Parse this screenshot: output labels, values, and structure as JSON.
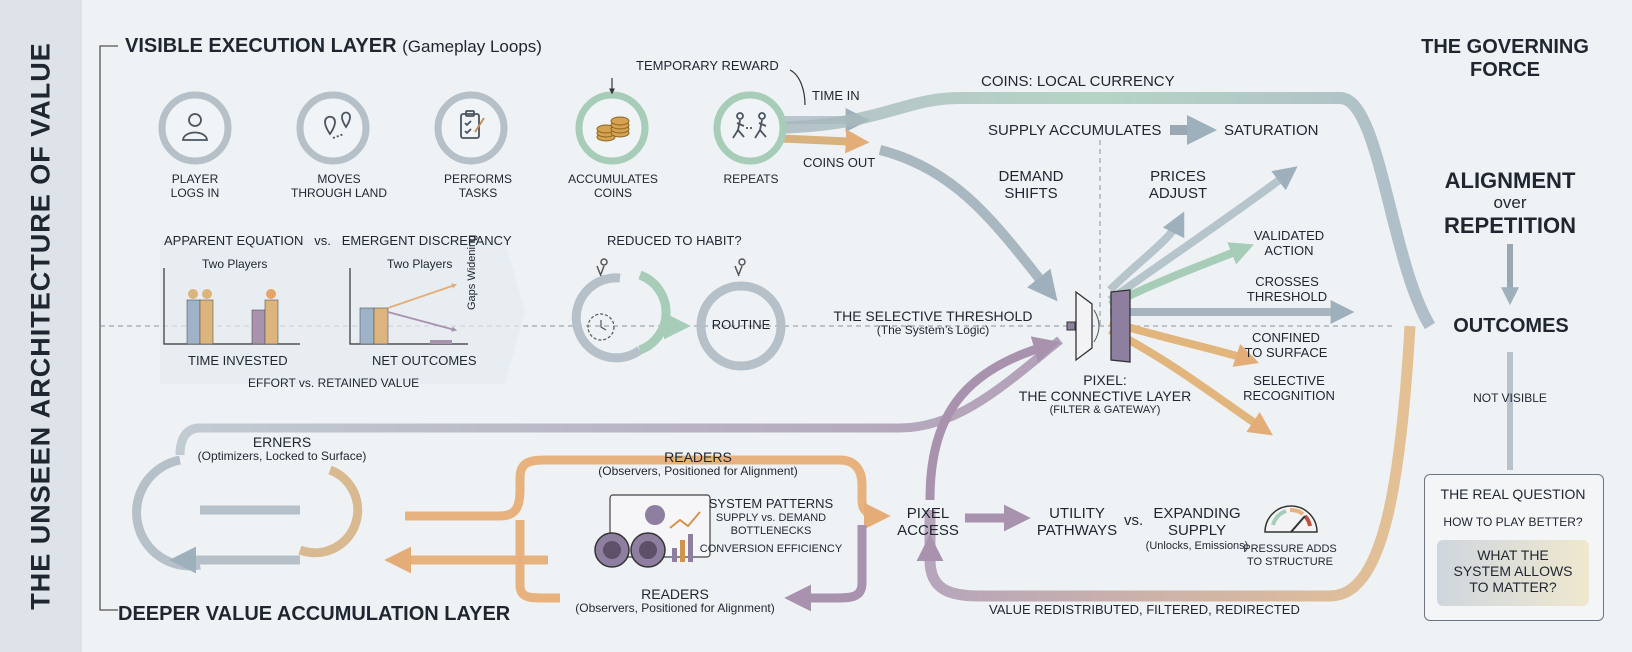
{
  "vertical_title": "THE UNSEEN ARCHITECTURE OF VALUE",
  "top_layer": {
    "title_main": "VISIBLE EXECUTION LAYER",
    "title_sub": "(Gameplay Loops)"
  },
  "bottom_layer": {
    "title": "DEEPER VALUE ACCUMULATION LAYER"
  },
  "governing": {
    "line1": "THE GOVERNING",
    "line2": "FORCE"
  },
  "alignment": {
    "line1": "ALIGNMENT",
    "line2": "over",
    "line3": "REPETITION"
  },
  "outcomes": "OUTCOMES",
  "not_visible": "NOT VISIBLE",
  "loop_steps": [
    {
      "line1": "PLAYER",
      "line2": "LOGS IN",
      "icon": "user-icon"
    },
    {
      "line1": "MOVES",
      "line2": "THROUGH LAND",
      "icon": "map-pin-icon"
    },
    {
      "line1": "PERFORMS",
      "line2": "TASKS",
      "icon": "clipboard-icon"
    },
    {
      "line1": "ACCUMULATES",
      "line2": "COINS",
      "icon": "coins-icon"
    },
    {
      "line1": "REPEATS",
      "line2": "",
      "icon": "walkers-icon"
    }
  ],
  "temporary_reward": "TEMPORARY REWARD",
  "time_in": "TIME IN",
  "coins_out": "COINS OUT",
  "coins_local": "COINS: LOCAL CURRENCY",
  "supply_acc": "SUPPLY ACCUMULATES",
  "saturation": "SATURATION",
  "demand": {
    "line1": "DEMAND",
    "line2": "SHIFTS"
  },
  "prices": {
    "line1": "PRICES",
    "line2": "ADJUST"
  },
  "validated": {
    "line1": "VALIDATED",
    "line2": "ACTION"
  },
  "crosses": {
    "line1": "CROSSES",
    "line2": "THRESHOLD"
  },
  "confined": {
    "line1": "CONFINED",
    "line2": "TO SURFACE"
  },
  "selective_rec": {
    "line1": "SELECTIVE",
    "line2": "RECOGNITION"
  },
  "equation": {
    "apparent": "APPARENT EQUATION",
    "vs": "vs.",
    "emergent": "EMERGENT DISCREPANCY",
    "two_players_left": "Two Players",
    "two_players_right": "Two Players",
    "gaps_widening": "Gaps Widening",
    "time_invested": "TIME INVESTED",
    "net_outcomes": "NET OUTCOMES",
    "effort": "EFFORT vs. RETAINED VALUE"
  },
  "habit": "REDUCED TO HABIT?",
  "routine": "ROUTINE",
  "threshold": {
    "title": "THE SELECTIVE THRESHOLD",
    "sub": "(The System’s Logic)"
  },
  "pixel": {
    "line1": "PIXEL:",
    "line2": "THE CONNECTIVE LAYER",
    "line3": "(FILTER & GATEWAY)"
  },
  "erners": {
    "title": "ERNERS",
    "sub": "(Optimizers, Locked to Surface)"
  },
  "readers_top": {
    "title": "READERS",
    "sub": "(Observers, Positioned for Alignment)"
  },
  "readers_bottom": {
    "title": "READERS",
    "sub": "(Observers, Positioned for Alignment)"
  },
  "system_patterns": {
    "title": "SYSTEM PATTERNS",
    "l1": "SUPPLY vs. DEMAND",
    "l2": "BOTTLENECKS",
    "l3": "CONVERSION EFFICIENCY"
  },
  "pixel_access": {
    "line1": "PIXEL",
    "line2": "ACCESS"
  },
  "utility": {
    "line1": "UTILITY",
    "line2": "PATHWAYS"
  },
  "vs_mid": "vs.",
  "expanding": {
    "line1": "EXPANDING",
    "line2": "SUPPLY",
    "sub": "(Unlocks, Emissions)"
  },
  "pressure": {
    "line1": "PRESSURE ADDS",
    "line2": "TO STRUCTURE"
  },
  "redistributed": "VALUE REDISTRIBUTED, FILTERED, REDIRECTED",
  "question": {
    "title": "THE REAL QUESTION",
    "sub": "HOW TO PLAY BETTER?",
    "l1": "WHAT THE",
    "l2": "SYSTEM ALLOWS",
    "l3": "TO MATTER?"
  },
  "colors": {
    "grey": "#9aa8b4",
    "green": "#a7cdb8",
    "purple": "#a892ad",
    "orange": "#e8b27e",
    "tan": "#d9b57e",
    "player_blue": "#9fb3c8",
    "player_tan": "#dcb47e"
  }
}
